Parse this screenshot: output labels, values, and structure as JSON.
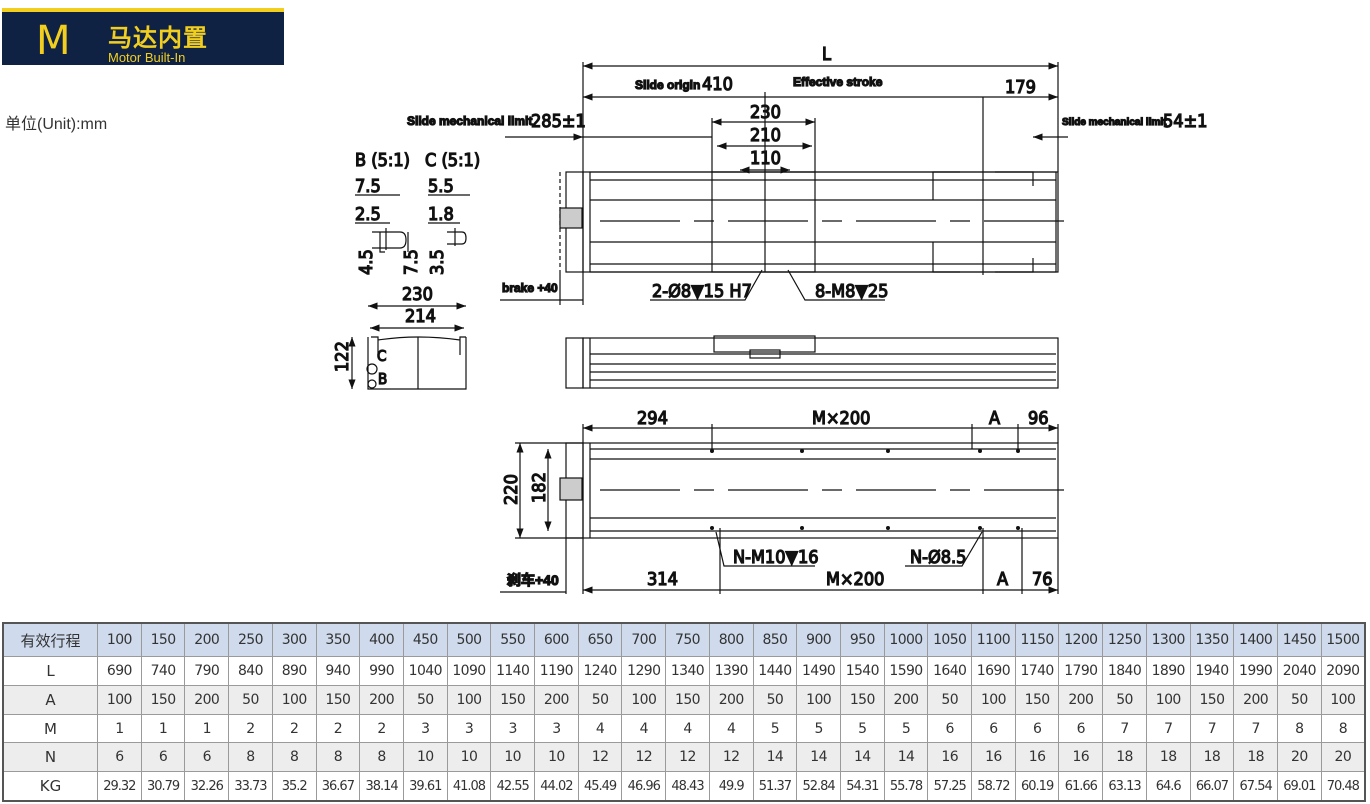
{
  "header": {
    "letter": "M",
    "title_cn": "马达内置",
    "title_en": "Motor Built-In"
  },
  "unit_label": "单位(Unit):mm",
  "drawing": {
    "top_view": {
      "L": "L",
      "slide_origin_label": "Slide origin",
      "slide_origin_value": "410",
      "effective_stroke": "Effective stroke",
      "right_offset": "179",
      "left_limit_label": "Slide mechanical limit",
      "left_limit_value": "285±1",
      "right_limit_label": "Slide mechanical limit",
      "right_limit_value": "54±1",
      "carriage_230": "230",
      "carriage_210": "210",
      "carriage_110": "110",
      "pin_holes": "2-Ø8▼15 H7",
      "tapped_holes": "8-M8▼25",
      "brake": "brake +40"
    },
    "detail_b": {
      "title": "B (5:1)",
      "d1": "7.5",
      "d2": "2.5",
      "d3": "4.5",
      "d4": "7.5"
    },
    "detail_c": {
      "title": "C (5:1)",
      "d1": "5.5",
      "d2": "1.8",
      "d3": "3.5"
    },
    "end_view": {
      "w1": "230",
      "w2": "214",
      "h": "122",
      "mark_c": "C",
      "mark_b": "B"
    },
    "bottom_view": {
      "top_left": "294",
      "top_mid": "M×200",
      "top_a": "A",
      "top_right": "96",
      "bot_left": "314",
      "bot_mid": "M×200",
      "bot_a": "A",
      "bot_right": "76",
      "h_outer": "220",
      "h_inner": "182",
      "tapped": "N-M10▼16",
      "through": "N-Ø8.5",
      "brake_cn": "刹车+40"
    }
  },
  "table": {
    "row_labels": [
      "有效行程",
      "L",
      "A",
      "M",
      "N",
      "KG"
    ],
    "stroke": [
      "100",
      "150",
      "200",
      "250",
      "300",
      "350",
      "400",
      "450",
      "500",
      "550",
      "600",
      "650",
      "700",
      "750",
      "800",
      "850",
      "900",
      "950",
      "1000",
      "1050",
      "1100",
      "1150",
      "1200",
      "1250",
      "1300",
      "1350",
      "1400",
      "1450",
      "1500"
    ],
    "L": [
      "690",
      "740",
      "790",
      "840",
      "890",
      "940",
      "990",
      "1040",
      "1090",
      "1140",
      "1190",
      "1240",
      "1290",
      "1340",
      "1390",
      "1440",
      "1490",
      "1540",
      "1590",
      "1640",
      "1690",
      "1740",
      "1790",
      "1840",
      "1890",
      "1940",
      "1990",
      "2040",
      "2090"
    ],
    "A": [
      "100",
      "150",
      "200",
      "50",
      "100",
      "150",
      "200",
      "50",
      "100",
      "150",
      "200",
      "50",
      "100",
      "150",
      "200",
      "50",
      "100",
      "150",
      "200",
      "50",
      "100",
      "150",
      "200",
      "50",
      "100",
      "150",
      "200",
      "50",
      "100"
    ],
    "M": [
      "1",
      "1",
      "1",
      "2",
      "2",
      "2",
      "2",
      "3",
      "3",
      "3",
      "3",
      "4",
      "4",
      "4",
      "4",
      "5",
      "5",
      "5",
      "5",
      "6",
      "6",
      "6",
      "6",
      "7",
      "7",
      "7",
      "7",
      "8",
      "8"
    ],
    "N": [
      "6",
      "6",
      "6",
      "8",
      "8",
      "8",
      "8",
      "10",
      "10",
      "10",
      "10",
      "12",
      "12",
      "12",
      "12",
      "14",
      "14",
      "14",
      "14",
      "16",
      "16",
      "16",
      "16",
      "18",
      "18",
      "18",
      "18",
      "20",
      "20"
    ],
    "KG": [
      "29.32",
      "30.79",
      "32.26",
      "33.73",
      "35.2",
      "36.67",
      "38.14",
      "39.61",
      "41.08",
      "42.55",
      "44.02",
      "45.49",
      "46.96",
      "48.43",
      "49.9",
      "51.37",
      "52.84",
      "54.31",
      "55.78",
      "57.25",
      "58.72",
      "60.19",
      "61.66",
      "63.13",
      "64.6",
      "66.07",
      "67.54",
      "69.01",
      "70.48"
    ]
  },
  "colors": {
    "banner_bg": "#0f2244",
    "banner_accent": "#f2cf1f",
    "table_header": "#cfdbec",
    "table_alt": "#ededed"
  }
}
